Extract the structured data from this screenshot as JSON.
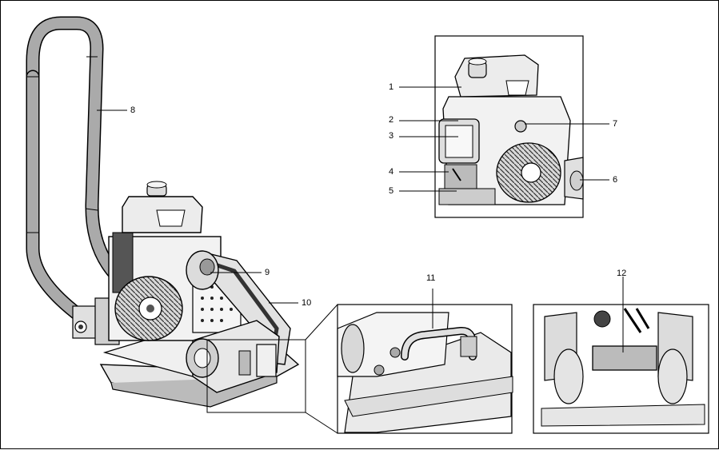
{
  "labels": {
    "l1": "1",
    "l2": "2",
    "l3": "3",
    "l4": "4",
    "l5": "5",
    "l6": "6",
    "l7": "7",
    "l8": "8",
    "l9": "9",
    "l10": "10",
    "l11": "11",
    "l12": "12"
  },
  "colors": {
    "line": "#000000",
    "handle": "#aaaaaa",
    "metal_light": "#e8e8e8",
    "metal_mid": "#c8c8c8",
    "metal_dark": "#4a4a4a"
  }
}
